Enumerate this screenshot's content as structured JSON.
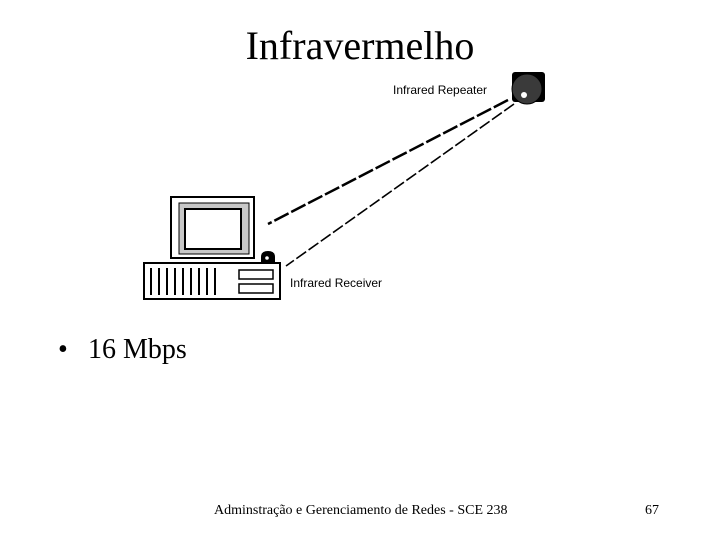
{
  "slide": {
    "title": "Infravermelho",
    "bullets": [
      {
        "marker": "•",
        "text": "16 Mbps"
      }
    ],
    "footer": {
      "text": "Adminstração e Gerenciamento de Redes - SCE 238",
      "page": "67"
    }
  },
  "diagram": {
    "labels": {
      "repeater": "Infrared Repeater",
      "receiver": "Infrared Receiver"
    },
    "icons": [
      "computer-icon",
      "infrared-receiver-icon",
      "infrared-repeater-icon"
    ]
  }
}
